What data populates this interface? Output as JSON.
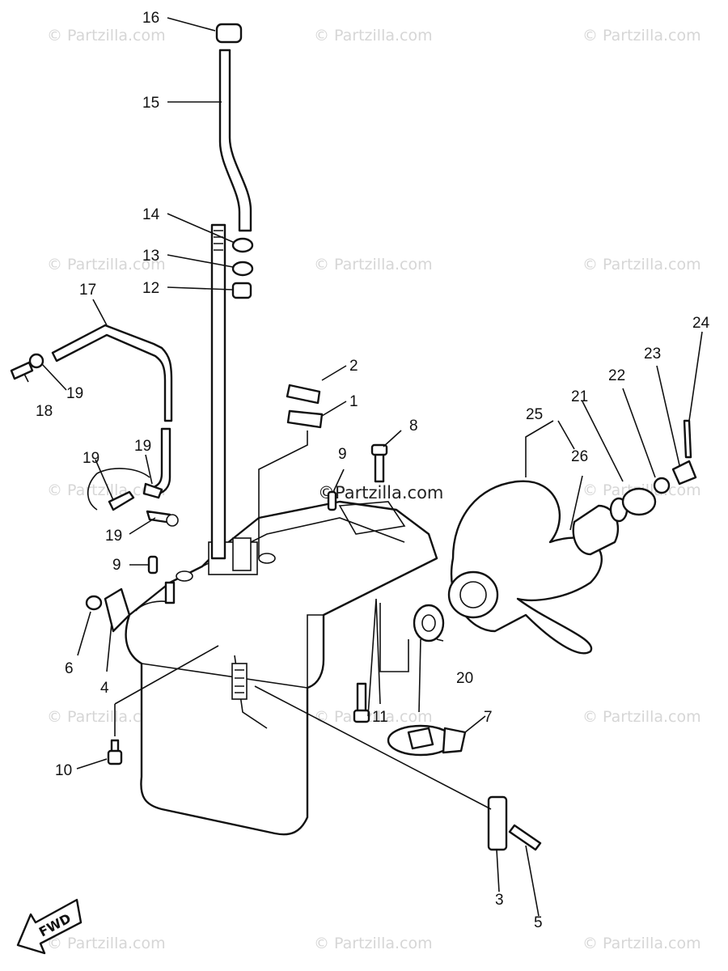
{
  "watermark": "© Partzilla.com",
  "center_watermark": "©Partzilla.com",
  "direction_label": "FWD",
  "callouts": {
    "c1": "1",
    "c2": "2",
    "c3": "3",
    "c4": "4",
    "c5": "5",
    "c6": "6",
    "c7": "7",
    "c8": "8",
    "c9a": "9",
    "c9b": "9",
    "c10": "10",
    "c11": "11",
    "c12": "12",
    "c13": "13",
    "c14": "14",
    "c15": "15",
    "c16": "16",
    "c17": "17",
    "c18": "18",
    "c19a": "19",
    "c19b": "19",
    "c19c": "19",
    "c19d": "19",
    "c20": "20",
    "c21": "21",
    "c22": "22",
    "c23": "23",
    "c24": "24",
    "c25": "25",
    "c26": "26"
  }
}
